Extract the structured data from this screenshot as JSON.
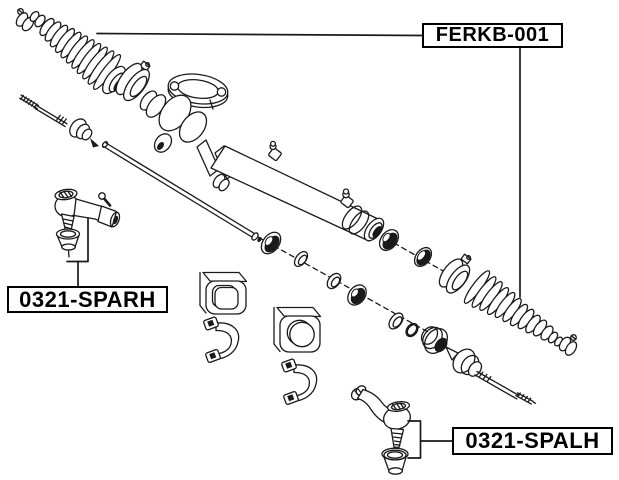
{
  "colors": {
    "background": "#ffffff",
    "line_art": "#1a1a1a",
    "label_text": "#000000",
    "label_border": "#000000"
  },
  "labels": {
    "boot_kit": "FERKB-001",
    "tie_rod_end_rh": "0321-SPARH",
    "tie_rod_end_lh": "0321-SPALH"
  }
}
